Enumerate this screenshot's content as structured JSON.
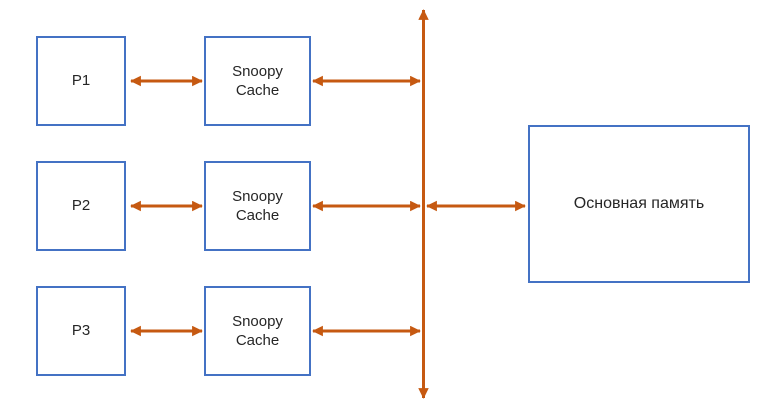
{
  "diagram": {
    "processors": [
      {
        "label": "P1"
      },
      {
        "label": "P2"
      },
      {
        "label": "P3"
      }
    ],
    "caches": [
      {
        "label": "Snoopy\nCache"
      },
      {
        "label": "Snoopy\nCache"
      },
      {
        "label": "Snoopy\nCache"
      }
    ],
    "memory": {
      "label": "Основная память"
    },
    "colors": {
      "box_border": "#4472C4",
      "arrow": "#C65911",
      "text": "#262626",
      "background": "#FFFFFF"
    }
  }
}
